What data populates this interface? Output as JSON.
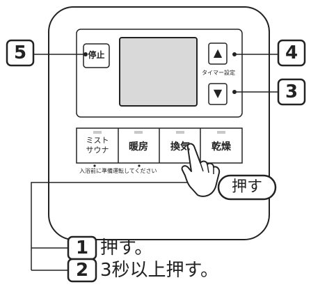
{
  "panel": {
    "stop_label": "停止",
    "timer_setting_label": "タイマー設定",
    "up_arrow": "▲",
    "down_arrow": "▼",
    "mist_sauna_line1": "ミスト",
    "mist_sauna_line2": "サウナ",
    "heating_label": "暖房",
    "ventilation_label": "換気",
    "drying_label": "乾燥",
    "note": "入浴前に準備運転してください"
  },
  "callouts": {
    "five": "5",
    "four": "4",
    "three": "3",
    "press_label": "押す"
  },
  "steps": [
    {
      "number": "1",
      "text": "押す。"
    },
    {
      "number": "2",
      "text": "3秒以上押す。"
    }
  ],
  "colors": {
    "line": "#222222",
    "screen": "#d9d9d9",
    "panel_fill": "#ffffff",
    "indicator": "#c8c8c8"
  }
}
